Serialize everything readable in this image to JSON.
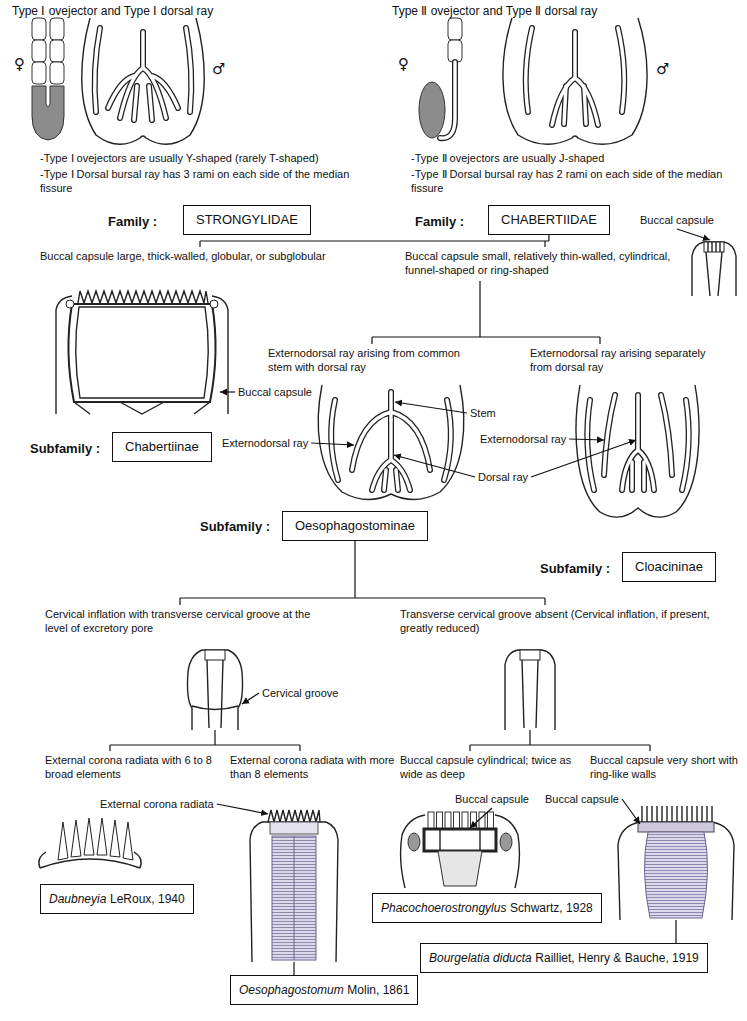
{
  "diagram": {
    "nodes": [
      {
        "text": [
          "STRONGYLIDAE"
        ]
      },
      {
        "text": [
          "CHABERTIIDAE"
        ]
      },
      {
        "text": [
          "Chabertiinae"
        ]
      },
      {
        "text": [
          "Oesophagostominae"
        ]
      },
      {
        "text": [
          "Cloacininae"
        ]
      },
      {
        "text": [
          "Daubneyia",
          "LeRoux, 1940"
        ]
      },
      {
        "text": [
          "Oesophagostomum",
          "Molin, 1861"
        ]
      },
      {
        "text": [
          "Phacochoerostrongylus",
          "Schwartz, 1928"
        ]
      },
      {
        "text": [
          "Bourgelatia diducta",
          "Railliet, Henry & Bauche, 1919"
        ]
      }
    ],
    "labels": [
      "Type Ⅰ ovejector and Type Ⅰ dorsal ray",
      "Type Ⅱ ovejector and Type Ⅱ dorsal ray",
      "♀",
      "♂",
      "♀",
      "♂",
      "-Type Ⅰ ovejectors are usually Y-shaped (rarely T-shaped)",
      "-Type Ⅰ Dorsal bursal ray has 3 rami on each side of the median fissure",
      "-Type Ⅱ ovejectors are usually J-shaped",
      "-Type Ⅱ Dorsal bursal ray has 2 rami on each side of the median fissure",
      "Family :",
      "Family :",
      "Buccal capsule",
      "Buccal capsule large, thick-walled, globular, or subglobular",
      "Buccal capsule small, relatively thin-walled, cylindrical, funnel-shaped or ring-shaped",
      "Externodorsal ray arising from common stem with dorsal ray",
      "Externodorsal ray arising separately from dorsal ray",
      "Buccal capsule",
      "Stem",
      "Externodorsal ray",
      "Externodorsal ray",
      "Dorsal ray",
      "Subfamily :",
      "Subfamily :",
      "Subfamily :",
      "Cervical inflation with transverse cervical groove at the level of excretory pore",
      "Transverse cervical groove absent (Cervical inflation, if present, greatly reduced)",
      "Cervical groove",
      "External corona radiata with 6 to 8 broad elements",
      "External corona radiata with more than 8 elements",
      "Buccal capsule cylindrical; twice as wide as deep",
      "Buccal capsule very short with ring-like walls",
      "External corona radiata",
      "Buccal capsule",
      "Buccal capsule"
    ]
  }
}
